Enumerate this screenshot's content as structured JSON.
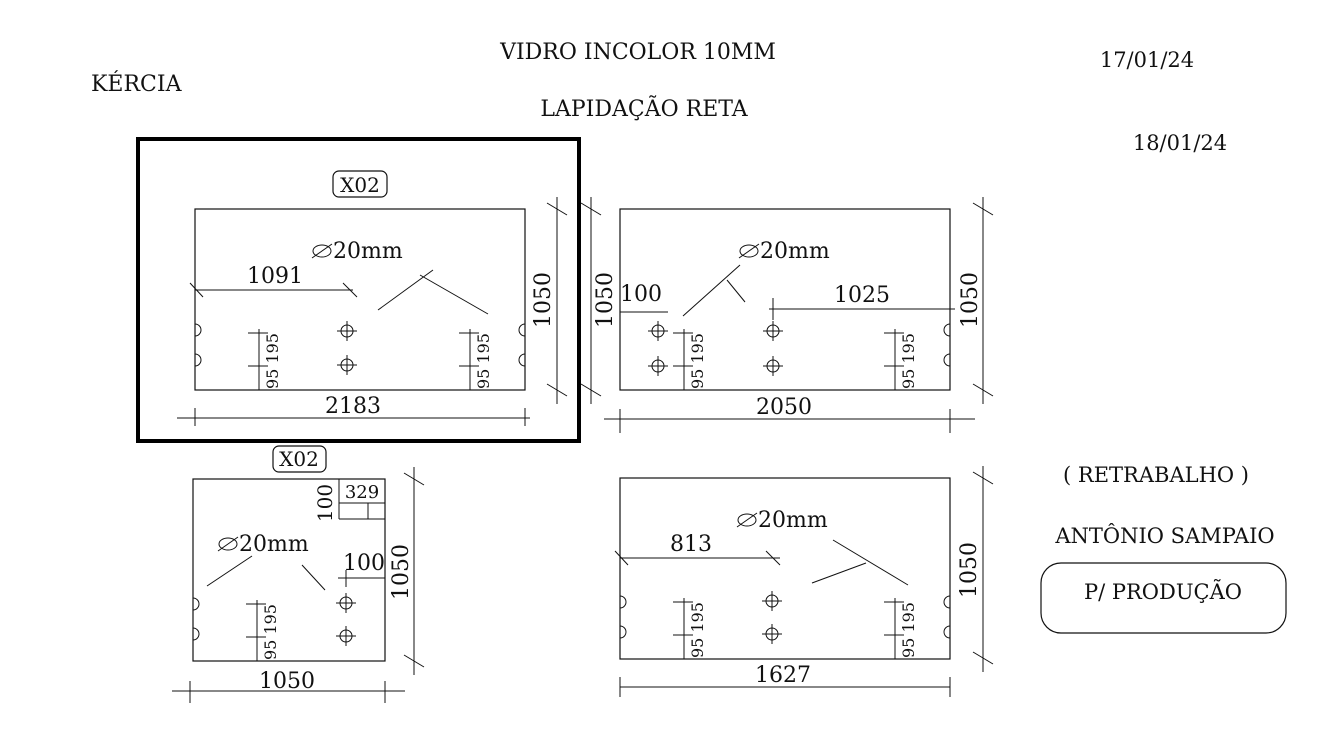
{
  "header": {
    "client": "KÉRCIA",
    "material": "VIDRO INCOLOR 10MM",
    "finish": "LAPIDAÇÃO RETA",
    "date1": "17/01/24",
    "date2": "18/01/24"
  },
  "notes": {
    "rework": "( RETRABALHO )",
    "person": "ANTÔNIO SAMPAIO",
    "stamp": "P/ PRODUÇÃO"
  },
  "pieces": {
    "p1": {
      "qty": "X02",
      "width": "2183",
      "height": "1050",
      "hole": "20mm",
      "offset": "1091",
      "hole_spacing": "95 195"
    },
    "p2": {
      "width": "2050",
      "height": "1050",
      "height_left": "1050",
      "hole": "20mm",
      "offset_left": "100",
      "offset_right": "1025",
      "hole_spacing": "95 195"
    },
    "p3": {
      "qty": "X02",
      "width": "1050",
      "height": "1050",
      "hole": "20mm",
      "notch_h": "100",
      "notch_w": "329",
      "offset": "100",
      "hole_spacing": "95 195"
    },
    "p4": {
      "width": "1627",
      "height": "1050",
      "hole": "20mm",
      "offset": "813",
      "hole_spacing": "95 195"
    }
  }
}
